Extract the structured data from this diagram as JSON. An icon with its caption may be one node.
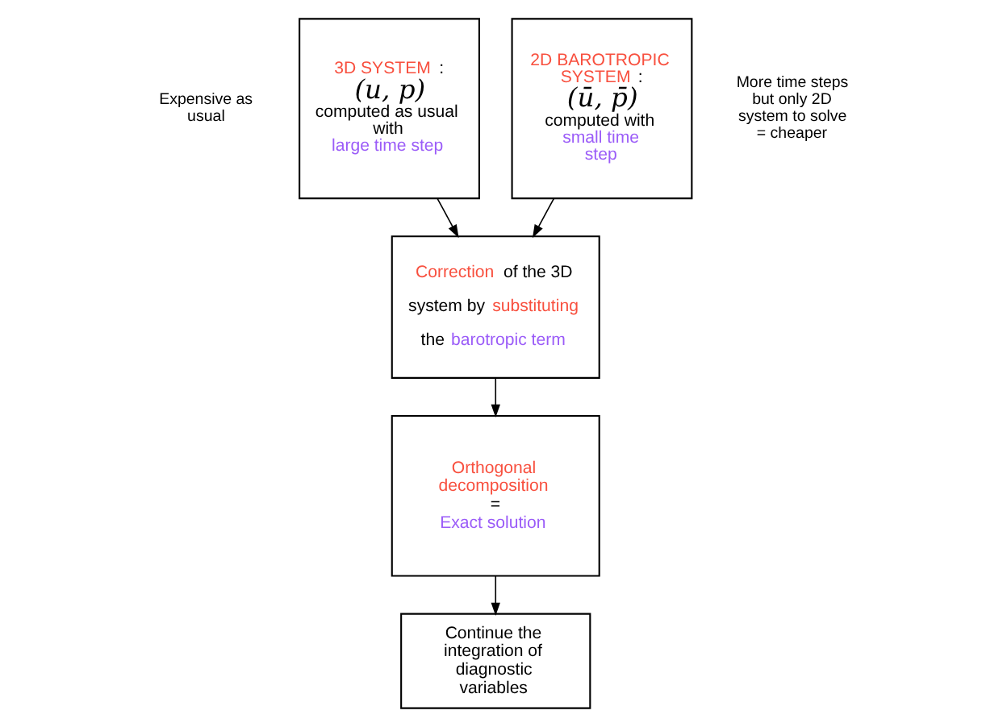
{
  "diagram": {
    "nodes": [
      {
        "text": [
          "3D SYSTEM :",
          "(u, p)",
          "computed as usual with",
          "large time step"
        ]
      },
      {
        "text": [
          "2D BAROTROPIC SYSTEM :",
          "(ū, p̄)",
          "computed with",
          "small time step"
        ]
      },
      {
        "text": [
          "Correction of the 3D",
          "system by substituting",
          "the barotropic term"
        ]
      },
      {
        "text": [
          "Orthogonal decomposition",
          "=",
          "Exact solution"
        ]
      },
      {
        "text": [
          "Continue the integration of diagnostic variables"
        ]
      }
    ],
    "edges": [
      {
        "from": 0,
        "to": 2,
        "arrow": "to"
      },
      {
        "from": 1,
        "to": 2,
        "arrow": "to"
      },
      {
        "from": 2,
        "to": 3,
        "arrow": "to"
      },
      {
        "from": 3,
        "to": 4,
        "arrow": "to"
      }
    ],
    "labels": [
      "Expensive as usual",
      "More time steps but only 2D system to solve = cheaper"
    ]
  }
}
